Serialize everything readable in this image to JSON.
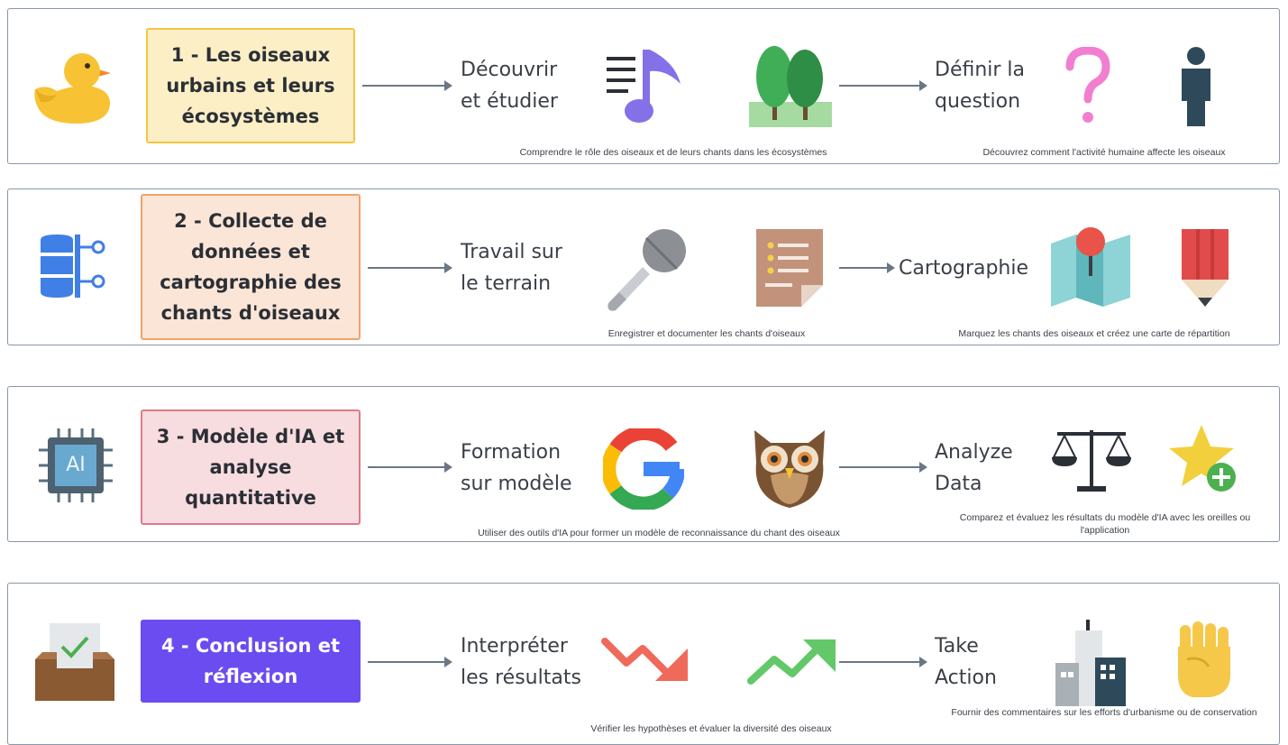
{
  "rows": [
    {
      "title": "1 - Les oiseaux urbains et leurs écosystèmes",
      "step1": "Découvrir\net étudier",
      "step2": "Définir la\nquestion",
      "caption1": "Comprendre le rôle des oiseaux et de leurs chants dans les écosystèmes",
      "caption2": "Découvrez comment l'activité humaine affecte les oiseaux",
      "icons": [
        "duck-icon",
        "music-note-icon",
        "trees-icon",
        "question-mark-icon",
        "person-icon"
      ]
    },
    {
      "title": "2 - Collecte de données et cartographie des chants d'oiseaux",
      "step1": "Travail sur\nle terrain",
      "step2": "Cartographie",
      "caption1": "Enregistrer et documenter les chants d'oiseaux",
      "caption2": "Marquez les chants des oiseaux et créez une carte de répartition",
      "icons": [
        "database-icon",
        "microphone-icon",
        "notes-icon",
        "map-pin-icon",
        "pencil-icon"
      ]
    },
    {
      "title": "3 - Modèle d'IA et analyse quantitative",
      "step1": "Formation\nsur modèle",
      "step2": "Analyze\nData",
      "caption1": "Utiliser des outils d'IA pour former un modèle de reconnaissance du chant des oiseaux",
      "caption2": "Comparez et évaluez les résultats du modèle d'IA avec les oreilles ou l'application",
      "icons": [
        "ai-chip-icon",
        "google-icon",
        "owl-icon",
        "scales-icon",
        "star-plus-icon"
      ],
      "ai_label": "AI"
    },
    {
      "title": "4 - Conclusion et réflexion",
      "step1": "Interpréter\nles résultats",
      "step2": "Take\nAction",
      "caption1": "Vérifier les hypothèses et évaluer la diversité des oiseaux",
      "caption2": "Fournir des commentaires sur les efforts d'urbanisme ou de conservation",
      "icons": [
        "inbox-check-icon",
        "trend-down-icon",
        "trend-up-icon",
        "buildings-icon",
        "fist-icon"
      ]
    }
  ],
  "colors": {
    "row1_fill": "#fcefc6",
    "row1_border": "#f4c542",
    "row2_fill": "#fbe5d6",
    "row2_border": "#f0a36b",
    "row3_fill": "#f8dde0",
    "row3_border": "#e07a87",
    "row4_fill": "#6a4cf0",
    "row4_border": "#6a4cf0"
  }
}
